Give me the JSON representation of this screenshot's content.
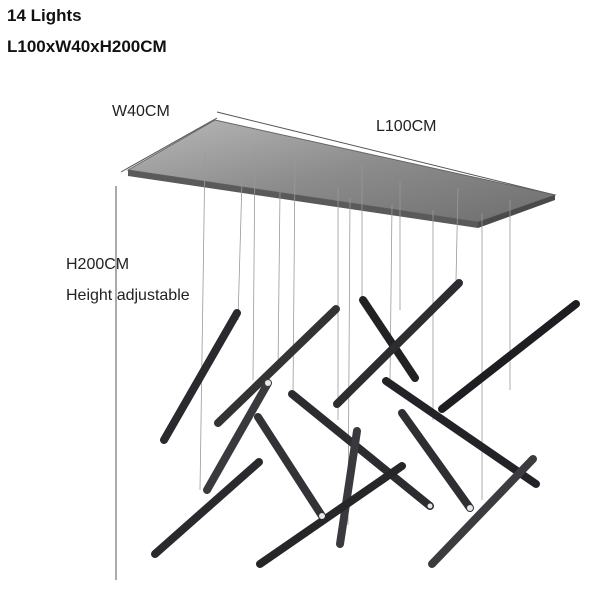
{
  "header": {
    "lights": "14 Lights",
    "dimensions": "L100xW40xH200CM"
  },
  "annotations": {
    "width": "W40CM",
    "length": "L100CM",
    "height": "H200CM",
    "height_note": "Height adjustable"
  },
  "product": {
    "type": "linear-chandelier",
    "rod_count": 14,
    "canopy_color": "#8a8a8a",
    "rod_color": "#2f2f33"
  }
}
